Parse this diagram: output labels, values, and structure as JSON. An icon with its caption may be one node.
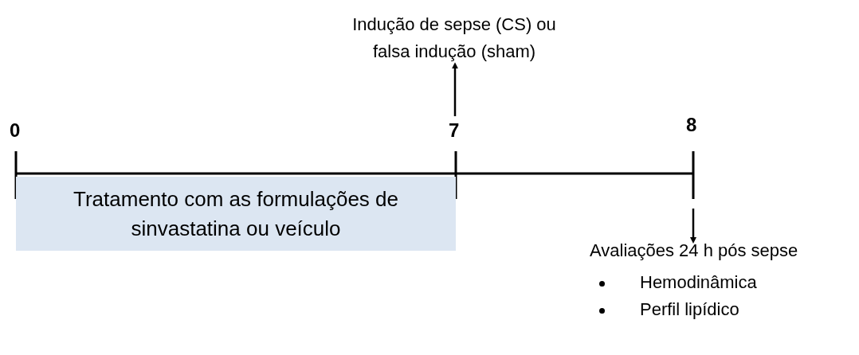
{
  "diagram": {
    "nodes": [
      {
        "text": [
          "Tratamento com as formulações de sinvastatina ou veículo"
        ]
      },
      {
        "text": [
          "Indução de sepse (CS) ou falsa indução (sham)"
        ]
      },
      {
        "text": [
          "Avaliações 24 h pós sepse",
          "Hemodinâmica",
          "Perfil lipídico"
        ]
      }
    ],
    "edges": [
      {
        "from": null,
        "to": 1,
        "arrow": "to"
      },
      {
        "from": null,
        "to": 2,
        "arrow": "to"
      }
    ],
    "labels": [
      "0",
      "7",
      "8"
    ]
  }
}
